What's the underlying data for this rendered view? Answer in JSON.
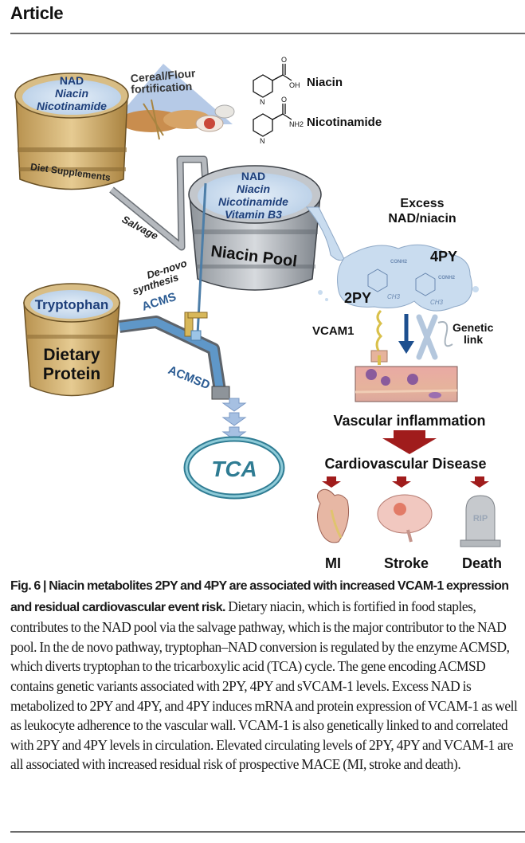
{
  "header": {
    "title": "Article"
  },
  "figure": {
    "fortification_label_line1": "Cereal/Flour",
    "fortification_label_line2": "fortification",
    "supplement_tub": {
      "contents": [
        "NAD",
        "Niacin",
        "Nicotinamide"
      ],
      "band_label": "Diet Supplements"
    },
    "molecules": {
      "niacin": {
        "name": "Niacin",
        "group": "OH",
        "oxygen": "O",
        "nitrogen": "N"
      },
      "nicotinamide": {
        "name": "Nicotinamide",
        "group": "NH2",
        "oxygen": "O",
        "nitrogen": "N"
      }
    },
    "salvage_label": "Salvage",
    "pool_tub": {
      "contents": [
        "NAD",
        "Niacin",
        "Nicotinamide",
        "Vitamin B3"
      ],
      "band_label": "Niacin Pool"
    },
    "excess_label_line1": "Excess",
    "excess_label_line2": "NAD/niacin",
    "metabolites": {
      "twopy": {
        "name": "2PY",
        "group": "CONH2",
        "methyl": "CH3"
      },
      "fourpy": {
        "name": "4PY",
        "group": "CONH2",
        "methyl": "CH3"
      }
    },
    "denovo_label_line1": "De-novo",
    "denovo_label_line2": "synthesis",
    "acms_label": "ACMS",
    "protein_tub": {
      "contents": [
        "Tryptophan"
      ],
      "band_label_line1": "Dietary",
      "band_label_line2": "Protein"
    },
    "acmsd_label": "ACMSD",
    "tca_label": "TCA",
    "vcam_label": "VCAM1",
    "genetic_label_line1": "Genetic",
    "genetic_label_line2": "link",
    "vascular_label": "Vascular inflammation",
    "cvd_label": "Cardiovascular Disease",
    "outcomes": [
      {
        "label": "MI",
        "icon": "heart-icon"
      },
      {
        "label": "Stroke",
        "icon": "brain-icon"
      },
      {
        "label": "Death",
        "icon": "tombstone-icon",
        "engraving": "RIP"
      }
    ],
    "colors": {
      "water_blue": "#c9dcef",
      "label_blue": "#1e3f7a",
      "wood": "#d9b77a",
      "pipe_gray": "#9ea3a8",
      "dark_red": "#a01c1c",
      "arrow_blue": "#1d4f8f",
      "tca_teal": "#2f7c93"
    }
  },
  "caption": {
    "lead": "Fig. 6 | Niacin metabolites 2PY and 4PY are associated with increased VCAM-1 expression and residual cardiovascular event risk.",
    "body": " Dietary niacin, which is fortified in food staples, contributes to the NAD pool via the salvage pathway, which is the major contributor to the NAD pool. In the de novo pathway, tryptophan–NAD conversion is regulated by the enzyme ACMSD, which diverts tryptophan to the tricarboxylic acid (TCA) cycle. The gene encoding ACMSD contains genetic variants associated with 2PY, 4PY and sVCAM-1 levels. Excess NAD is metabolized to 2PY and 4PY, and 4PY induces mRNA and protein expression of VCAM-1 as well as leukocyte adherence to the vascular wall. VCAM-1 is also genetically linked to and correlated with 2PY and 4PY levels in circulation. Elevated circulating levels of 2PY, 4PY and VCAM-1 are all associated with increased residual risk of prospective MACE (MI, stroke and death)."
  }
}
